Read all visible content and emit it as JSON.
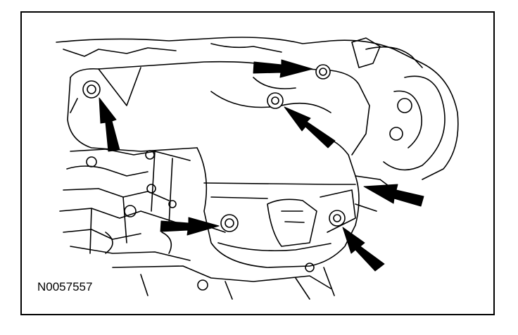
{
  "figure": {
    "id_label": "N0057557",
    "colors": {
      "line": "#000000",
      "background": "#ffffff",
      "arrow_fill": "#000000"
    },
    "arrows": [
      {
        "name": "arrow-top-center",
        "points_to": "bolt-top-center"
      },
      {
        "name": "arrow-upper-left",
        "points_to": "bolt-upper-left"
      },
      {
        "name": "arrow-center",
        "points_to": "bolt-center"
      },
      {
        "name": "arrow-right-edge",
        "points_to": "shield-right-edge"
      },
      {
        "name": "arrow-lower-center",
        "points_to": "bolt-lower-center"
      },
      {
        "name": "arrow-lower-right",
        "points_to": "bolt-lower-right"
      }
    ]
  }
}
